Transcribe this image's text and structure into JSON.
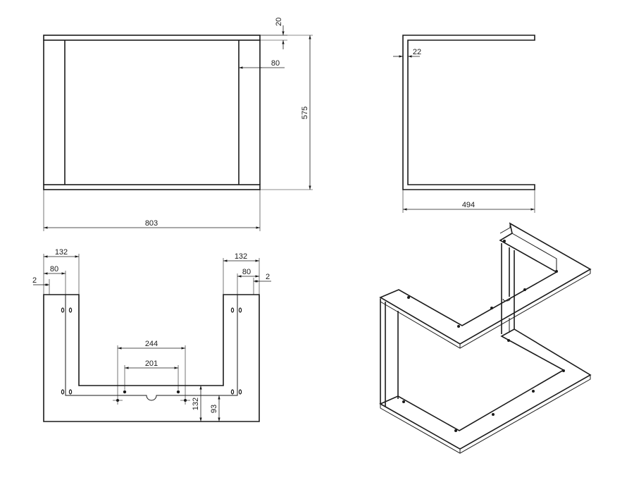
{
  "front_view": {
    "dims": {
      "top_thickness": "20",
      "leg_width": "80",
      "height": "575",
      "width": "803"
    }
  },
  "side_view": {
    "dims": {
      "lip": "22",
      "depth": "494"
    }
  },
  "flat_pattern": {
    "dims": {
      "left_outer": "132",
      "left_inner": "80",
      "left_edge": "2",
      "right_outer": "132",
      "right_inner": "80",
      "right_edge": "2",
      "slot_outer": "244",
      "slot_inner": "201",
      "bottom_outer": "132",
      "bottom_inner": "93"
    }
  }
}
